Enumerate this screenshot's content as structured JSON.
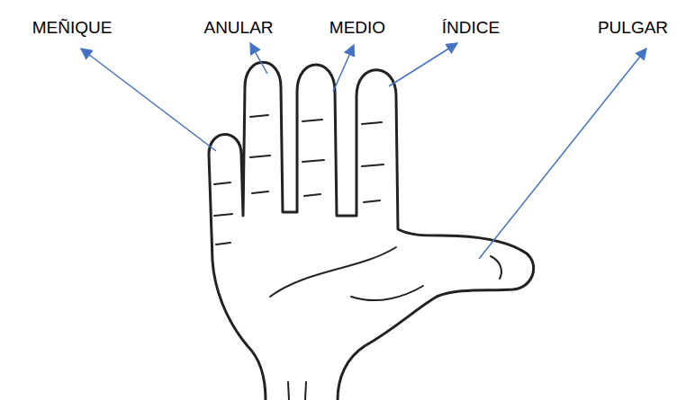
{
  "diagram": {
    "labels": [
      "MEÑIQUE",
      "ANULAR",
      "MEDIO",
      "ÍNDICE",
      "PULGAR"
    ]
  }
}
